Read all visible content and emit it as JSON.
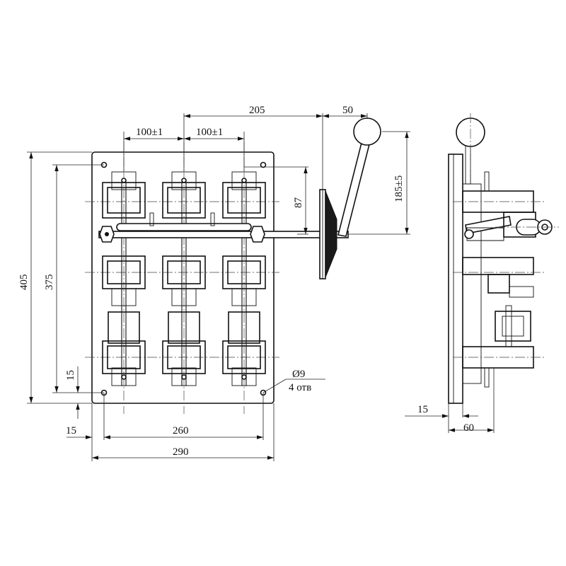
{
  "dimensions": {
    "d205": "205",
    "d50": "50",
    "d100_left": "100±1",
    "d100_right": "100±1",
    "d87": "87",
    "d185": "185±5",
    "d405": "405",
    "d375": "375",
    "d15_vertical": "15",
    "d15_horizontal": "15",
    "d260": "260",
    "d290": "290",
    "hole_diameter": "Ø9",
    "hole_count": "4 отв",
    "side_d15": "15",
    "side_d60": "60"
  }
}
